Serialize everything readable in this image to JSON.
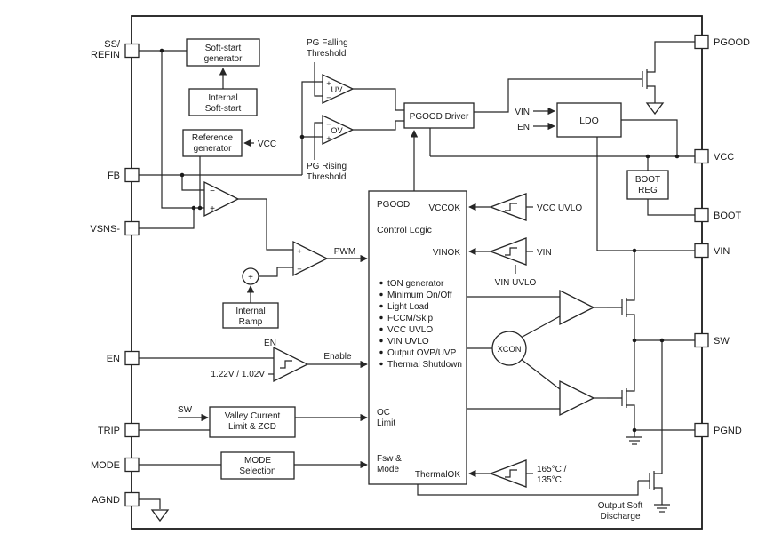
{
  "pins": {
    "left": {
      "ss1": "SS/",
      "ss2": "REFIN",
      "fb": "FB",
      "vsns": "VSNS-",
      "en": "EN",
      "trip": "TRIP",
      "mode": "MODE",
      "agnd": "AGND"
    },
    "right": {
      "pgood": "PGOOD",
      "vcc": "VCC",
      "boot": "BOOT",
      "vin": "VIN",
      "sw": "SW",
      "pgnd": "PGND"
    }
  },
  "blocks": {
    "ssg1": "Soft-start",
    "ssg2": "generator",
    "iss1": "Internal",
    "iss2": "Soft-start",
    "ref1": "Reference",
    "ref2": "generator",
    "ref_vcc": "VCC",
    "pgood_driver": "PGOOD Driver",
    "ldo": "LDO",
    "ldo_vin": "VIN",
    "ldo_en": "EN",
    "boot1": "BOOT",
    "boot2": "REG",
    "ramp1": "Internal",
    "ramp2": "Ramp",
    "valley1": "Valley Current",
    "valley2": "Limit & ZCD",
    "valley_sw": "SW",
    "mode1": "MODE",
    "mode2": "Selection",
    "xcon": "XCON"
  },
  "comparators": {
    "uv": "UV",
    "ov": "OV",
    "pgf1": "PG Falling",
    "pgf2": "Threshold",
    "pgr1": "PG Rising",
    "pgr2": "Threshold",
    "vcc_uvlo": "VCC UVLO",
    "vin": "VIN",
    "vin_uvlo": "VIN UVLO",
    "en": "EN",
    "en_thresh": "1.22V / 1.02V",
    "enable": "Enable",
    "pwm": "PWM",
    "t1": "165°C /",
    "t2": "135°C"
  },
  "control": {
    "pgood": "PGOOD",
    "vccok": "VCCOK",
    "title": "Control Logic",
    "vinok": "VINOK",
    "bullets": [
      "tON generator",
      "Minimum On/Off",
      "Light Load",
      "FCCM/Skip",
      "VCC UVLO",
      "VIN UVLO",
      "Output OVP/UVP",
      "Thermal Shutdown"
    ],
    "oc1": "OC",
    "oc2": "Limit",
    "fsw1": "Fsw &",
    "fsw2": "Mode",
    "thermalok": "ThermalOK"
  },
  "labels": {
    "osd1": "Output Soft",
    "osd2": "Discharge"
  },
  "sym": {
    "plus": "+",
    "minus": "−"
  }
}
